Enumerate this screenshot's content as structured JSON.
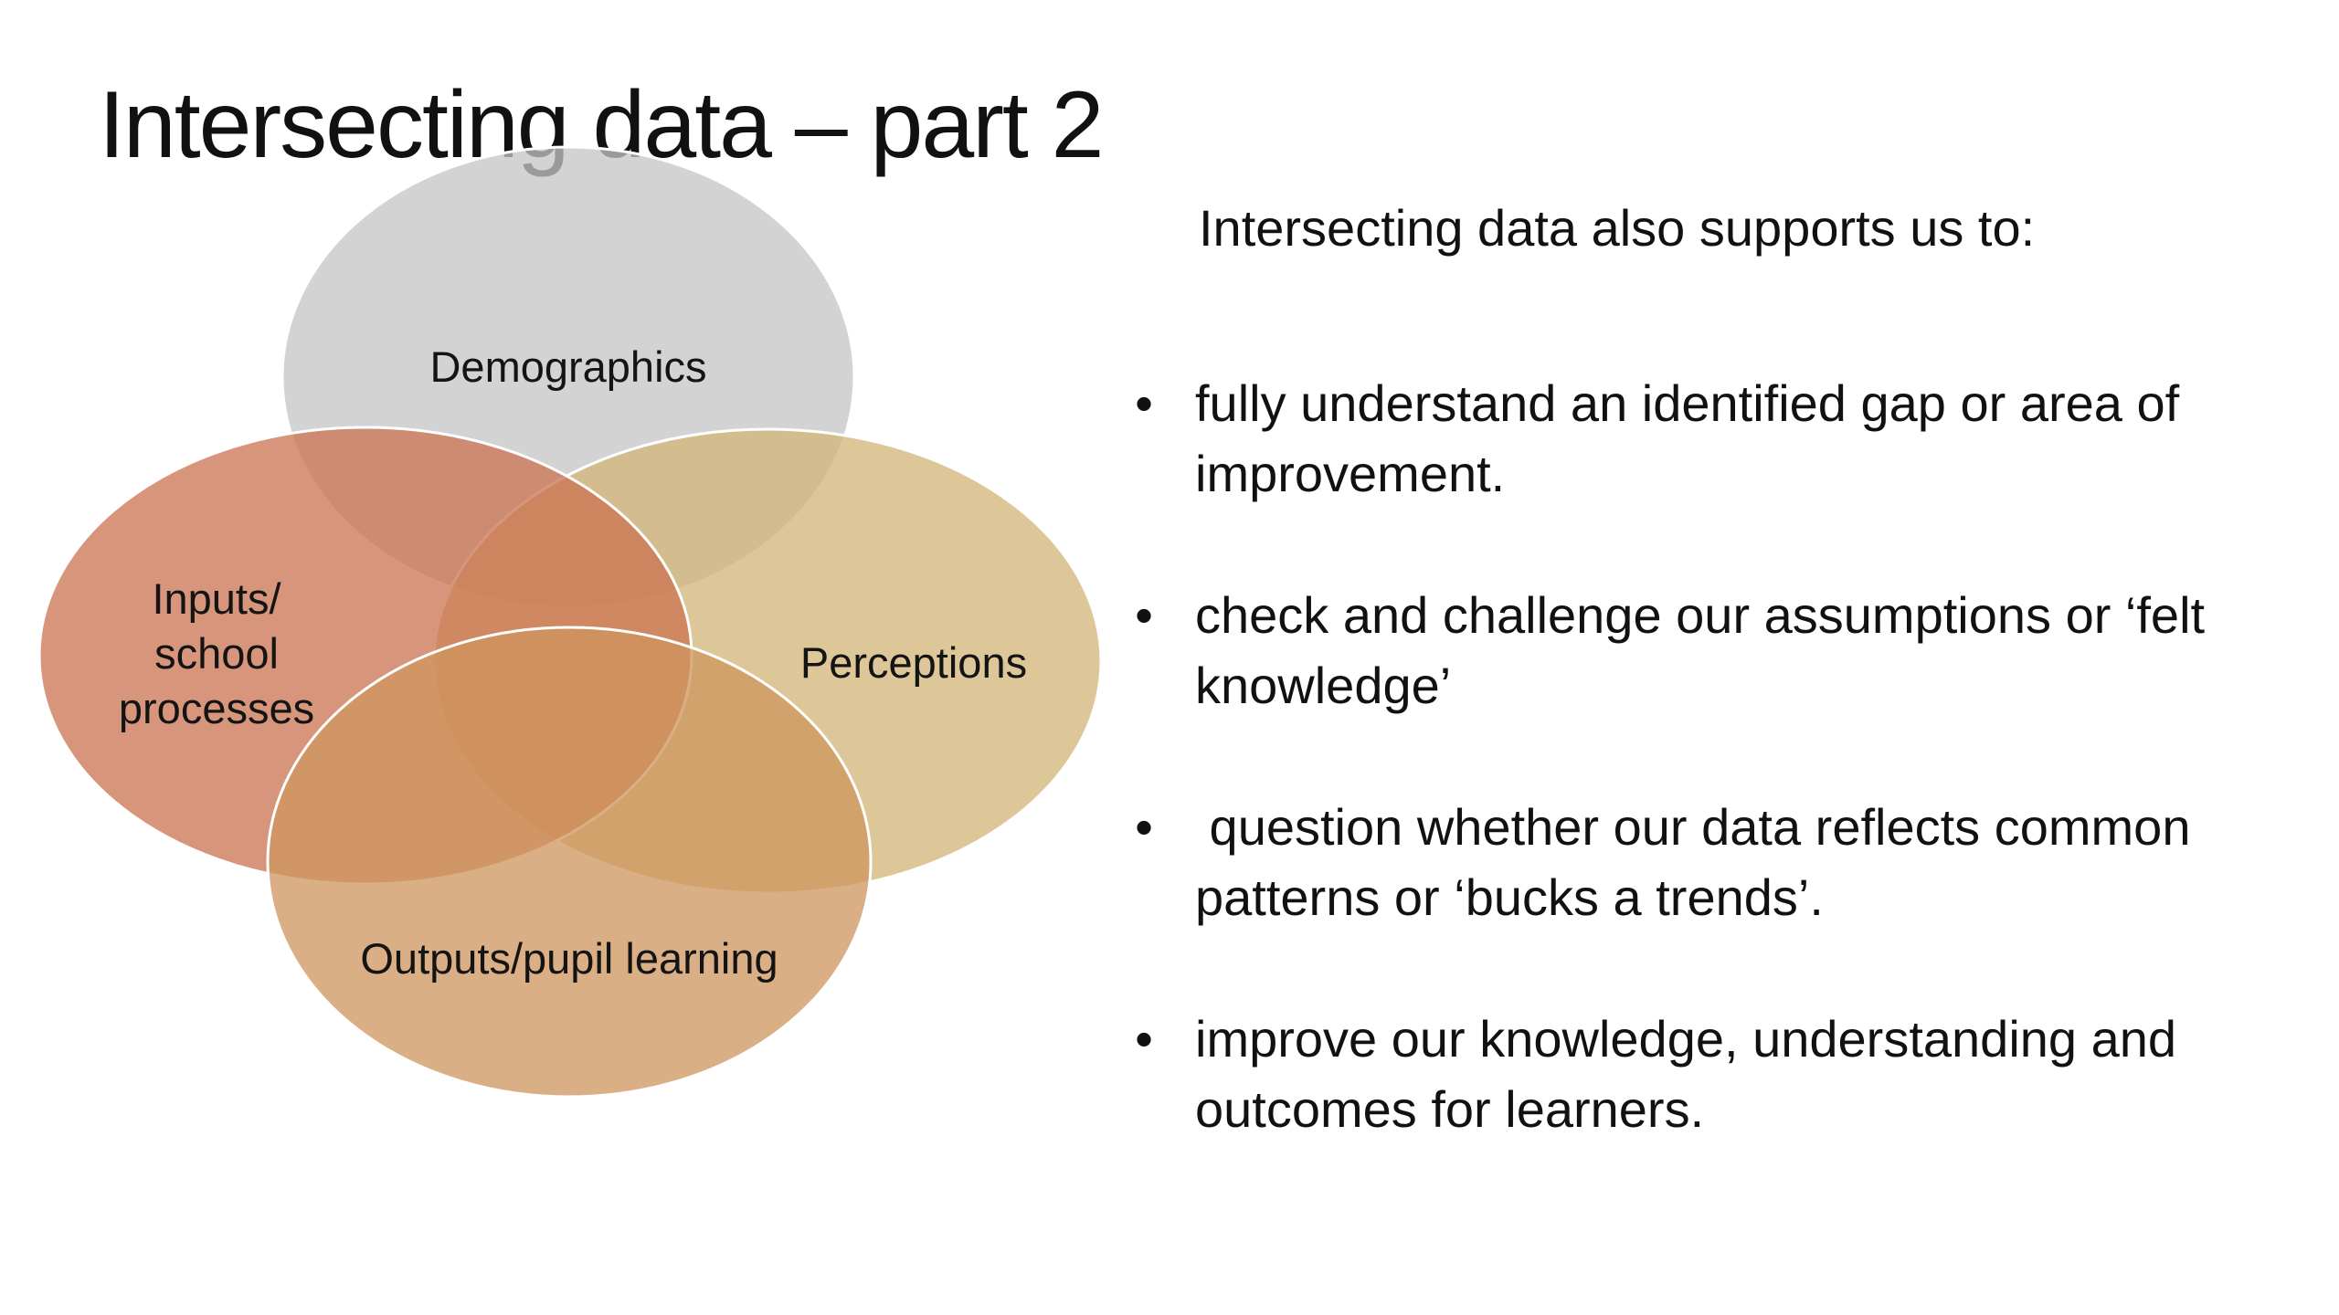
{
  "slide": {
    "title": "Intersecting data – part 2"
  },
  "diagram": {
    "type": "venn",
    "sets": [
      {
        "label": "Demographics",
        "color": "#c5c5c5"
      },
      {
        "label": "Perceptions",
        "color": "#d2b678"
      },
      {
        "label": "Inputs/ school processes",
        "label_lines": [
          "Inputs/",
          "school",
          "processes"
        ],
        "color": "#cb7452"
      },
      {
        "label": "Outputs/pupil learning",
        "color": "#cf965f"
      }
    ]
  },
  "content": {
    "intro": "Intersecting data also supports us to:",
    "bullet_glyph": "•",
    "bullets": [
      {
        "lines": [
          "fully understand an identified gap or area of",
          "improvement."
        ]
      },
      {
        "lines": [
          "check and challenge our assumptions or ‘felt",
          "knowledge’"
        ]
      },
      {
        "lines": [
          " question whether our data reflects common",
          "patterns or ‘bucks a trends’."
        ]
      },
      {
        "lines": [
          "improve our knowledge, understanding and",
          "outcomes for learners."
        ]
      }
    ]
  }
}
